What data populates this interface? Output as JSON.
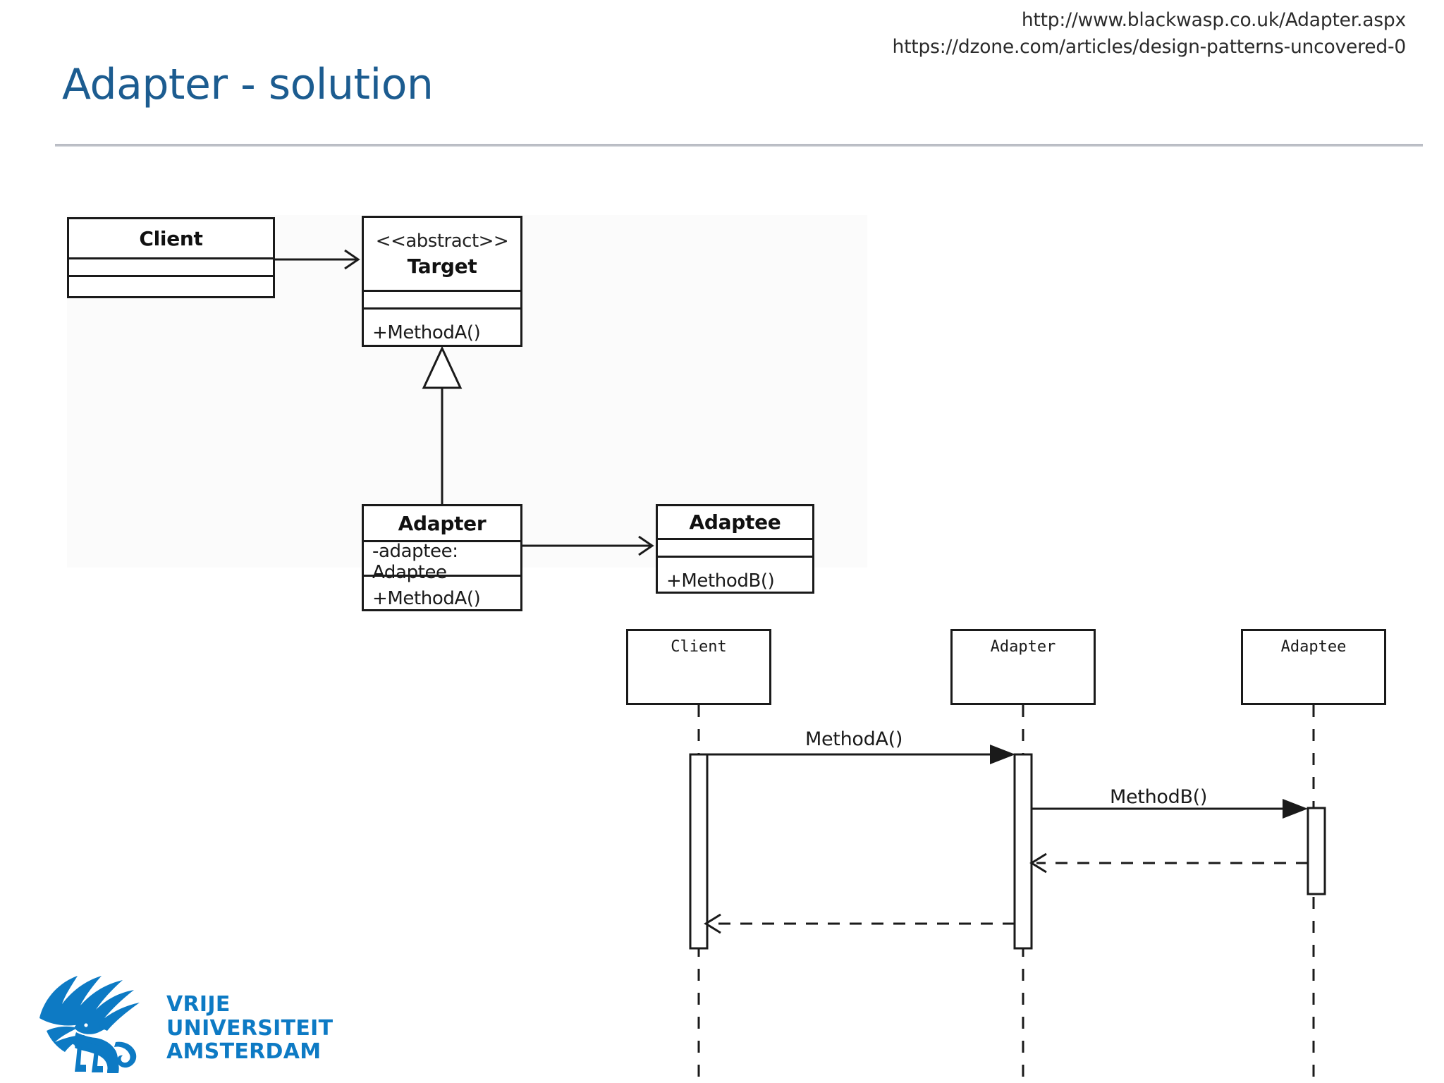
{
  "slide": {
    "title": "Adapter - solution",
    "title_color": "#1c5c90"
  },
  "sources": [
    "http://www.blackwasp.co.uk/Adapter.aspx",
    "https://dzone.com/articles/design-patterns-uncovered-0"
  ],
  "class_diagram": {
    "classes": [
      {
        "name": "Client",
        "stereotype": "",
        "attributes": [],
        "operations": []
      },
      {
        "name": "Target",
        "stereotype": "<<abstract>>",
        "attributes": [],
        "operations": [
          "+MethodA()"
        ]
      },
      {
        "name": "Adapter",
        "stereotype": "",
        "attributes": [
          "-adaptee: Adaptee"
        ],
        "operations": [
          "+MethodA()"
        ]
      },
      {
        "name": "Adaptee",
        "stereotype": "",
        "attributes": [],
        "operations": [
          "+MethodB()"
        ]
      }
    ],
    "relations": [
      {
        "from": "Client",
        "to": "Target",
        "type": "association-arrow"
      },
      {
        "from": "Adapter",
        "to": "Target",
        "type": "generalization"
      },
      {
        "from": "Adapter",
        "to": "Adaptee",
        "type": "association-arrow"
      }
    ]
  },
  "sequence_diagram": {
    "lifelines": [
      "Client",
      "Adapter",
      "Adaptee"
    ],
    "messages": [
      {
        "label": "MethodA()",
        "from": "Client",
        "to": "Adapter",
        "type": "call"
      },
      {
        "label": "MethodB()",
        "from": "Adapter",
        "to": "Adaptee",
        "type": "call"
      },
      {
        "label": "",
        "from": "Adaptee",
        "to": "Adapter",
        "type": "return"
      },
      {
        "label": "",
        "from": "Adapter",
        "to": "Client",
        "type": "return"
      }
    ]
  },
  "logo": {
    "line1": "VRIJE",
    "line2": "UNIVERSITEIT",
    "line3": "AMSTERDAM",
    "color": "#0d7ac4"
  }
}
